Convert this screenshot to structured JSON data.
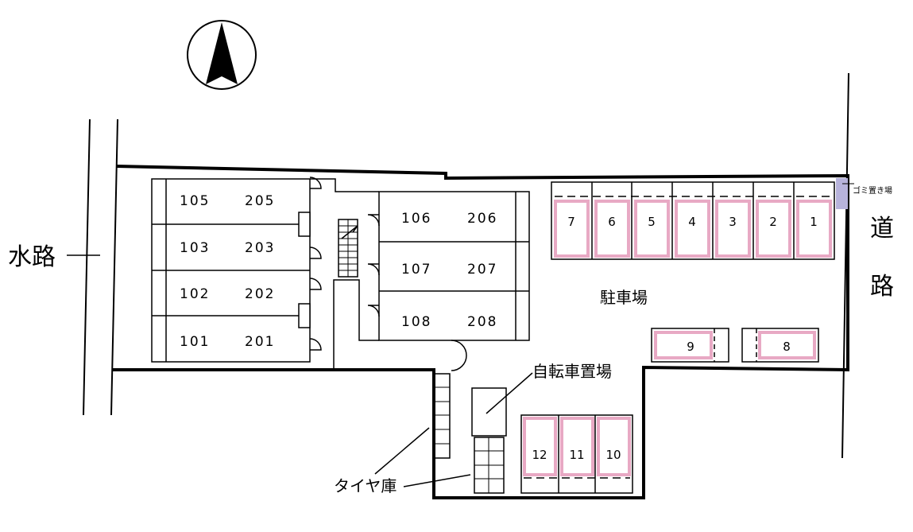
{
  "compass": {
    "label": "north-arrow"
  },
  "labels": {
    "waterway": "水路",
    "road_char1": "道",
    "road_char2": "路",
    "parking": "駐車場",
    "bicycle_parking": "自転車置場",
    "tire_storage": "タイヤ庫",
    "garbage_area": "ゴミ置き場"
  },
  "units_west": [
    {
      "first": "105",
      "second": "205"
    },
    {
      "first": "103",
      "second": "203"
    },
    {
      "first": "102",
      "second": "202"
    },
    {
      "first": "101",
      "second": "201"
    }
  ],
  "units_east": [
    {
      "first": "106",
      "second": "206"
    },
    {
      "first": "107",
      "second": "207"
    },
    {
      "first": "108",
      "second": "208"
    }
  ],
  "parking_top": [
    "7",
    "6",
    "5",
    "4",
    "3",
    "2",
    "1"
  ],
  "parking_mid": [
    "9",
    "8"
  ],
  "parking_bottom": [
    "12",
    "11",
    "10"
  ],
  "colors": {
    "parking_outline": "#e8a9c4",
    "garbage_fill": "#b7b3dc",
    "line": "#000000"
  }
}
